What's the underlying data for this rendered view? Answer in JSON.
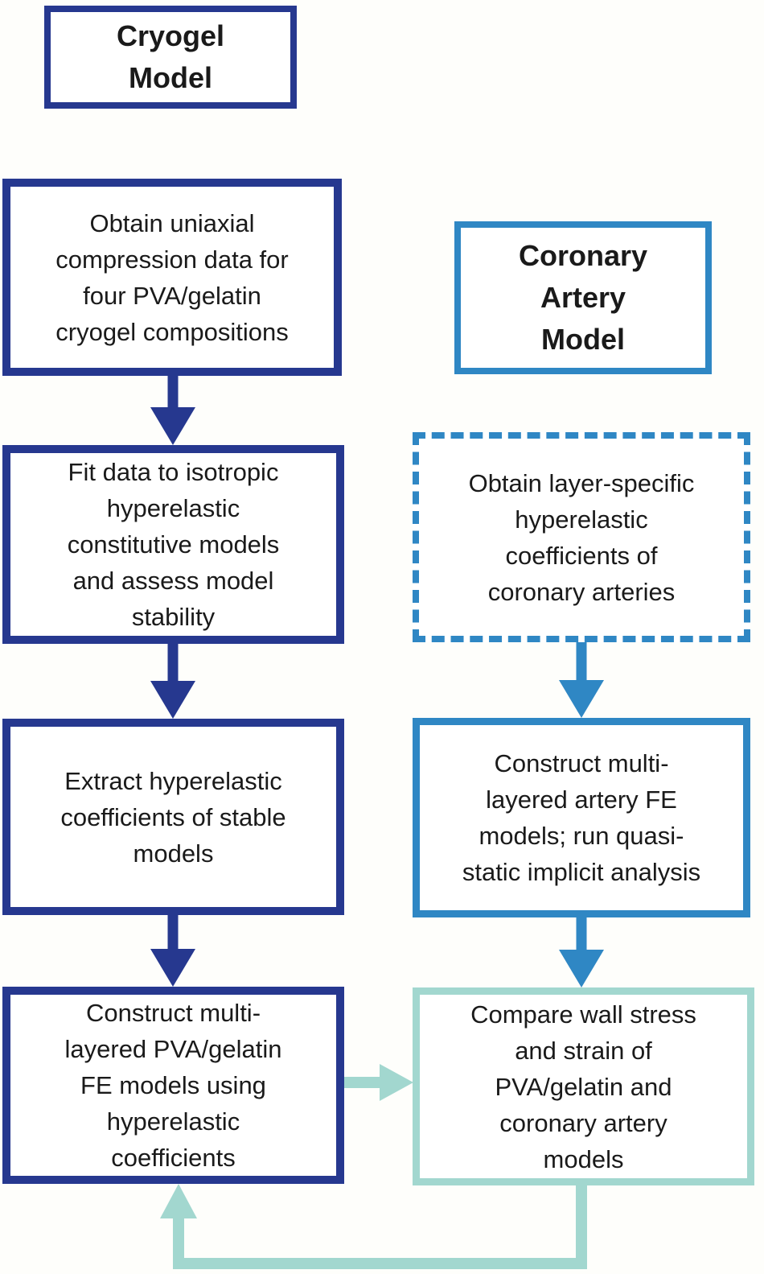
{
  "colors": {
    "navy": "#26388f",
    "blue": "#2f87c4",
    "teal": "#a2d7cf",
    "ink": "#1a1a1a",
    "bg": "#fefefb"
  },
  "cryogel": {
    "header": [
      "Cryogel",
      "Model"
    ],
    "steps": [
      {
        "lines": [
          "Obtain uniaxial",
          "compression data for",
          "four PVA/gelatin",
          "cryogel compositions"
        ]
      },
      {
        "lines": [
          "Fit data to isotropic",
          "hyperelastic",
          "constitutive models",
          "and assess model",
          "stability"
        ]
      },
      {
        "lines": [
          "Extract hyperelastic",
          "coefficients of stable",
          "models"
        ]
      },
      {
        "lines": [
          "Construct multi-",
          "layered PVA/gelatin",
          "FE models using",
          "hyperelastic",
          "coefficients"
        ]
      }
    ]
  },
  "artery": {
    "header": [
      "Coronary",
      "Artery",
      "Model"
    ],
    "steps": [
      {
        "lines": [
          "Obtain layer-specific",
          "hyperelastic",
          "coefficients of",
          "coronary arteries"
        ]
      },
      {
        "lines": [
          "Construct multi-",
          "layered artery FE",
          "models; run quasi-",
          "static implicit analysis"
        ]
      },
      {
        "lines": [
          "Compare wall stress",
          "and strain of",
          "PVA/gelatin and",
          "coronary artery",
          "models"
        ]
      }
    ]
  }
}
